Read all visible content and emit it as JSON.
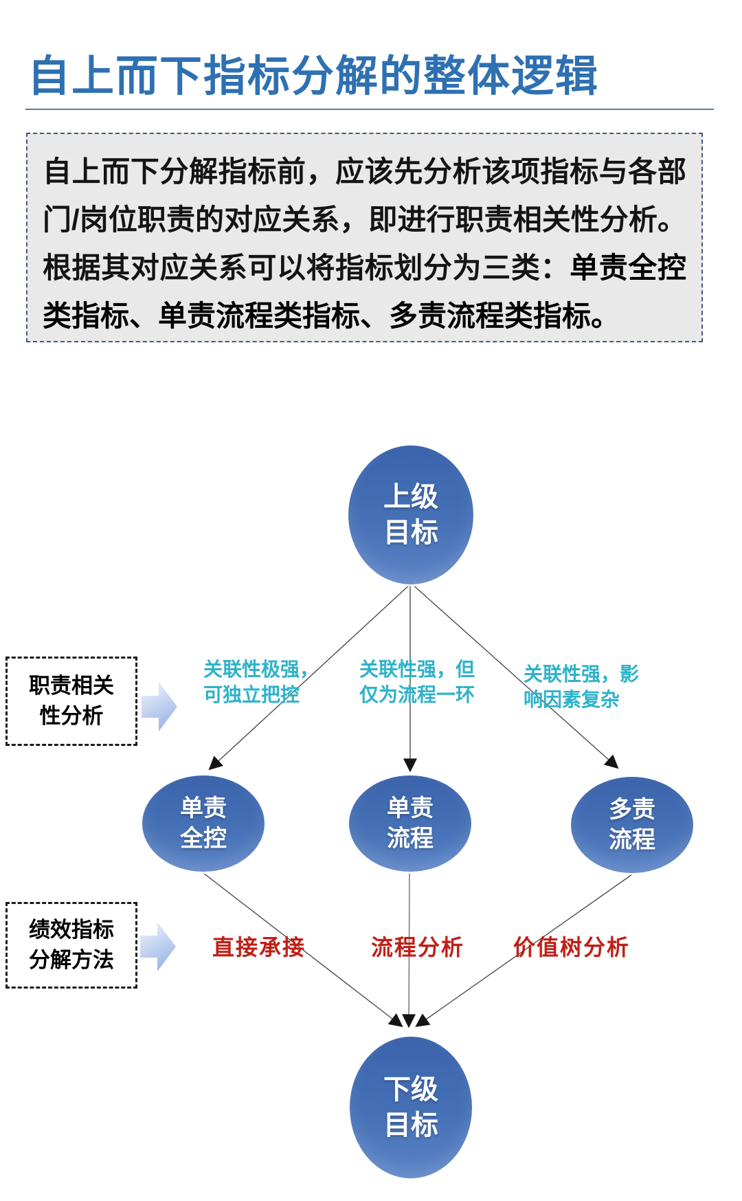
{
  "page": {
    "title": "自上而下指标分解的整体逻辑"
  },
  "intro": {
    "text_normal": "自上而下分解指标前，应该先分析该项指标与各部门/岗位职责的对应关系，即进行职责相关性分析。根据其对应关系可以将指标划分为三类：",
    "text_bold": "单责全控类指标、单责流程类指标、多责流程类指标。"
  },
  "diagram": {
    "top_node": {
      "line1": "上级",
      "line2": "目标"
    },
    "middle_nodes": [
      {
        "line1": "单责",
        "line2": "全控"
      },
      {
        "line1": "单责",
        "line2": "流程"
      },
      {
        "line1": "多责",
        "line2": "流程"
      }
    ],
    "bottom_node": {
      "line1": "下级",
      "line2": "目标"
    },
    "side_boxes": [
      {
        "line1": "职责相关",
        "line2": "性分析"
      },
      {
        "line1": "绩效指标",
        "line2": "分解方法"
      }
    ],
    "relation_labels": [
      {
        "line1": "关联性极强，",
        "line2": "可独立把控"
      },
      {
        "line1": "关联性强，但",
        "line2": "仅为流程一环"
      },
      {
        "line1": "关联性强，影",
        "line2": "响因素复杂"
      }
    ],
    "method_labels": [
      "直接承接",
      "流程分析",
      "价值树分析"
    ]
  },
  "colors": {
    "title_blue": "#2e70b2",
    "node_blue": "#4671b6",
    "relation_teal": "#2eb2c9",
    "method_red": "#c01f16",
    "intro_bg": "#e9e9e9"
  }
}
